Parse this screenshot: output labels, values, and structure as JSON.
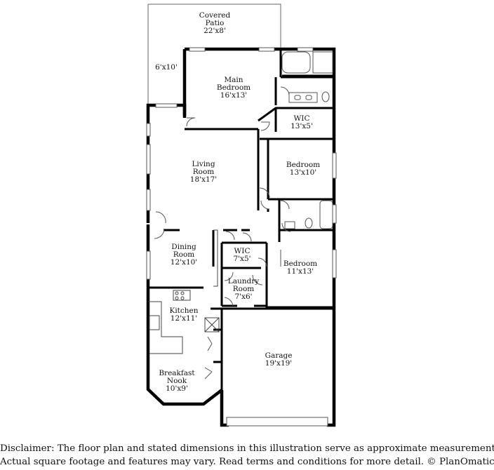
{
  "rooms": {
    "patio": {
      "name_l1": "Covered",
      "name_l2": "Patio",
      "dims": "22'x8'"
    },
    "patio_side": {
      "dims": "6'x10'"
    },
    "main_bedroom": {
      "name_l1": "Main",
      "name_l2": "Bedroom",
      "dims": "16'x13'"
    },
    "wic_main": {
      "name": "WIC",
      "dims": "13'x5'"
    },
    "bedroom_2": {
      "name": "Bedroom",
      "dims": "13'x10'"
    },
    "living": {
      "name_l1": "Living",
      "name_l2": "Room",
      "dims": "18'x17'"
    },
    "dining": {
      "name_l1": "Dining",
      "name_l2": "Room",
      "dims": "12'x10'"
    },
    "wic_small": {
      "name": "WIC",
      "dims": "7'x5'"
    },
    "bedroom_3": {
      "name": "Bedroom",
      "dims": "11'x13'"
    },
    "laundry": {
      "name_l1": "Laundry",
      "name_l2": "Room",
      "dims": "7'x6'"
    },
    "kitchen": {
      "name": "Kitchen",
      "dims": "12'x11'"
    },
    "garage": {
      "name": "Garage",
      "dims": "19'x19'"
    },
    "nook": {
      "name_l1": "Breakfast",
      "name_l2": "Nook",
      "dims": "10'x9'"
    }
  },
  "disclaimer": {
    "line1": "Disclaimer: The floor plan and stated dimensions in this illustration serve as approximate measurements.",
    "line2": "Actual square footage and features may vary. Read terms and conditions for more detail. © PlanOmatic"
  }
}
